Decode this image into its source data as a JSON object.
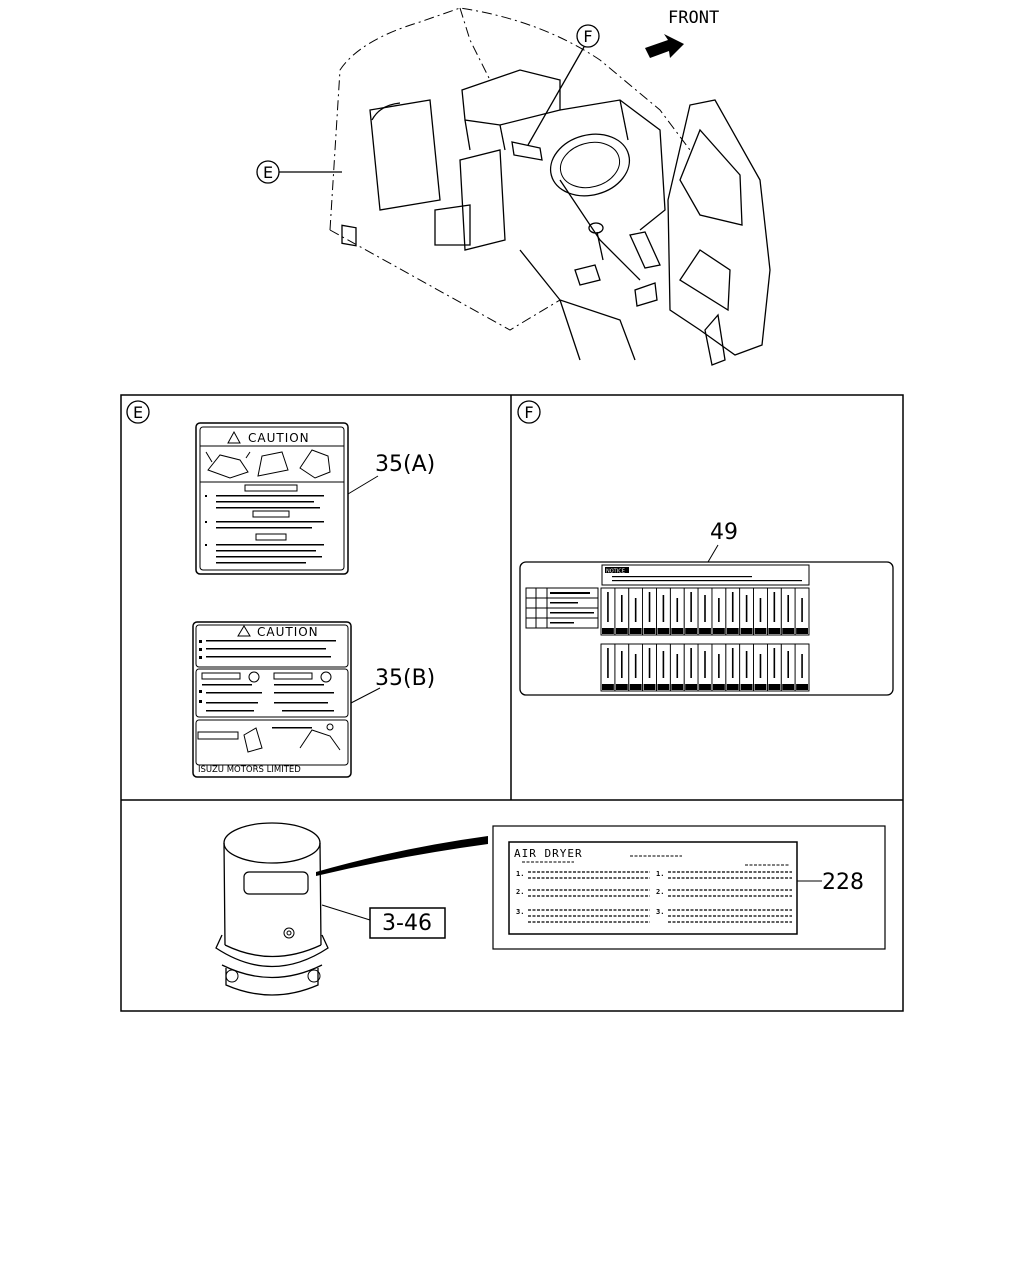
{
  "cab": {
    "front_label": "FRONT",
    "callout_e": "E",
    "callout_f": "F"
  },
  "panel_e": {
    "letter": "E",
    "label_a": {
      "title": "CAUTION",
      "part": "35(A)"
    },
    "label_b": {
      "title": "CAUTION",
      "part": "35(B)",
      "footer": "ISUZU MOTORS LIMITED"
    }
  },
  "panel_f": {
    "letter": "F",
    "fuse_label": {
      "title": "NOTICE",
      "part": "49"
    }
  },
  "air_dryer": {
    "label_title": "AIR DRYER",
    "part": "228",
    "tag": "3-46",
    "items": [
      "1.",
      "2.",
      "3.",
      "1.",
      "2.",
      "3."
    ]
  }
}
